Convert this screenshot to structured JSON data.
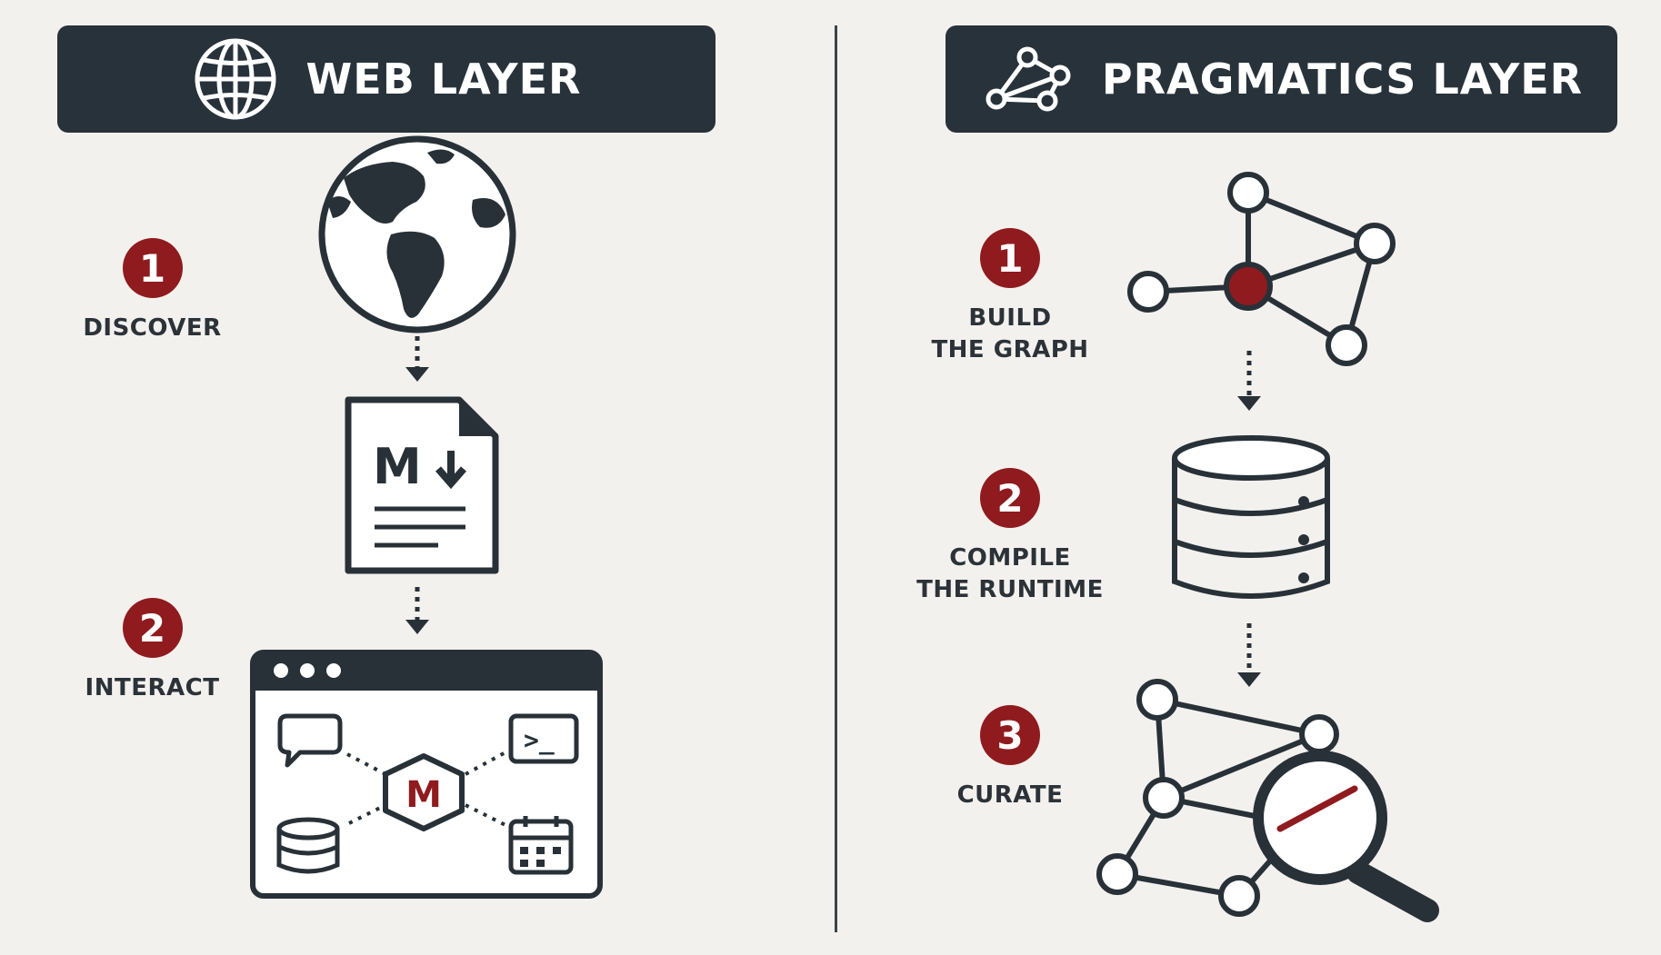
{
  "web_layer": {
    "title": "WEB LAYER",
    "steps": [
      {
        "number": "1",
        "label": "DISCOVER"
      },
      {
        "number": "2",
        "label": "INTERACT"
      }
    ],
    "markdown_badge": "M",
    "mcp_badge": "M",
    "terminal_prompt": ">_"
  },
  "pragmatics_layer": {
    "title": "PRAGMATICS LAYER",
    "steps": [
      {
        "number": "1",
        "label_line1": "BUILD",
        "label_line2": "THE GRAPH"
      },
      {
        "number": "2",
        "label_line1": "COMPILE",
        "label_line2": "THE RUNTIME"
      },
      {
        "number": "3",
        "label_line1": "CURATE",
        "label_line2": ""
      }
    ]
  },
  "colors": {
    "background": "#f3f1ee",
    "header": "#28323a",
    "ink": "#2b3238",
    "accent": "#8f1b1e"
  },
  "icons": [
    "globe-outline-icon",
    "graph-nodes-icon",
    "world-map-icon",
    "markdown-file-icon",
    "browser-window-icon",
    "chat-bubble-icon",
    "terminal-icon",
    "database-icon",
    "calendar-icon",
    "mcp-hexagon-icon",
    "network-graph-icon",
    "server-database-icon",
    "magnifier-graph-icon"
  ]
}
